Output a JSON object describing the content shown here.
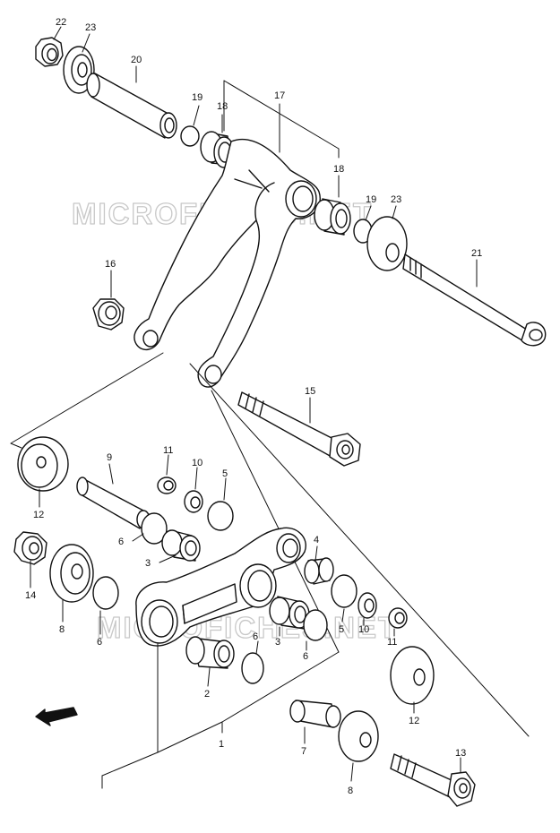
{
  "watermark": {
    "text": "MICROFICHES.NET"
  },
  "fwd_label": "FWD",
  "labels": {
    "n22": "22",
    "n23a": "23",
    "n20": "20",
    "n19a": "19",
    "n18a": "18",
    "n17": "17",
    "n18b": "18",
    "n19b": "19",
    "n23b": "23",
    "n21": "21",
    "n16": "16",
    "n15": "15",
    "n12a": "12",
    "n9": "9",
    "n11a": "11",
    "n10a": "10",
    "n5a": "5",
    "n6a": "6",
    "n3a": "3",
    "n14": "14",
    "n8a": "8",
    "n6b": "6",
    "n4": "4",
    "n5b": "5",
    "n10b": "10",
    "n11b": "11",
    "n3b": "3",
    "n6c": "6",
    "n6d": "6",
    "n2": "2",
    "n12b": "12",
    "n1": "1",
    "n7": "7",
    "n13": "13",
    "n8b": "8"
  }
}
